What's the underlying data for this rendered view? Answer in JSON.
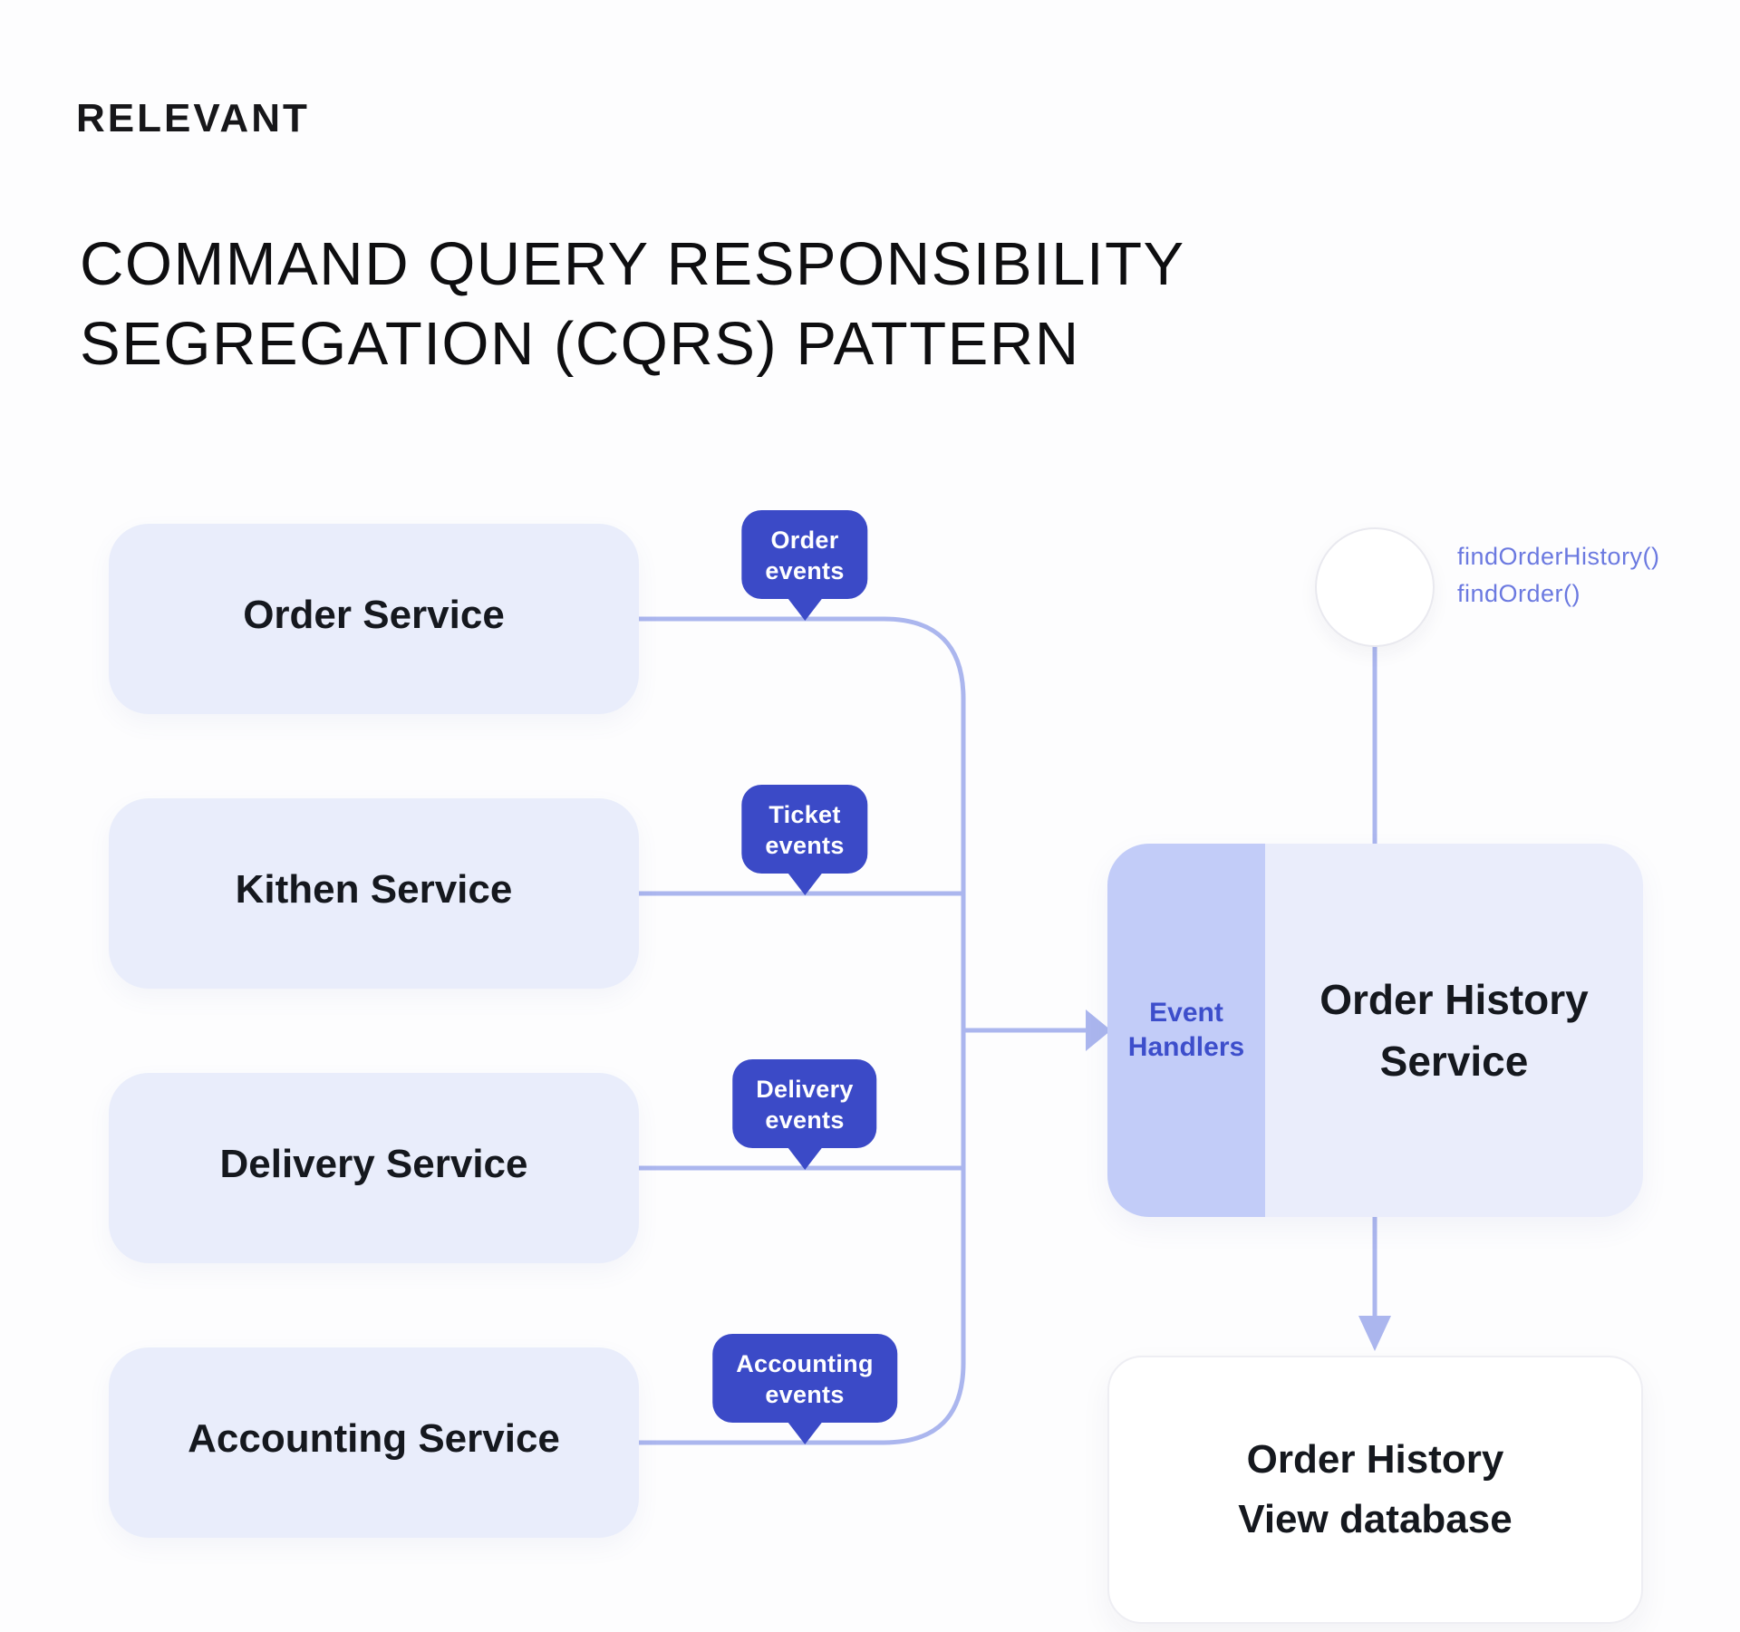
{
  "brand": "RELEVANT",
  "title": {
    "line1": "COMMAND QUERY RESPONSIBILITY",
    "line2": "SEGREGATION (CQRS) PATTERN"
  },
  "services": [
    {
      "name": "Order Service",
      "event": {
        "line1": "Order",
        "line2": "events"
      }
    },
    {
      "name": "Kithen Service",
      "event": {
        "line1": "Ticket",
        "line2": "events"
      }
    },
    {
      "name": "Delivery Service",
      "event": {
        "line1": "Delivery",
        "line2": "events"
      }
    },
    {
      "name": "Accounting Service",
      "event": {
        "line1": "Accounting",
        "line2": "events"
      }
    }
  ],
  "event_handlers": {
    "line1": "Event",
    "line2": "Handlers"
  },
  "history_service": {
    "line1": "Order History",
    "line2": "Service"
  },
  "queries": {
    "line1": "findOrderHistory()",
    "line2": "findOrder()"
  },
  "database": {
    "line1": "Order History",
    "line2": "View database"
  },
  "colors": {
    "badge_blue": "#3B4AC7",
    "panel_lavender": "#C2CCF8",
    "box_lavender": "#EAEDFB",
    "wire_periwinkle": "#ABB6EE",
    "query_text": "#6B79E0",
    "handlers_text": "#3D4ECB",
    "text_dark": "#15181E"
  }
}
